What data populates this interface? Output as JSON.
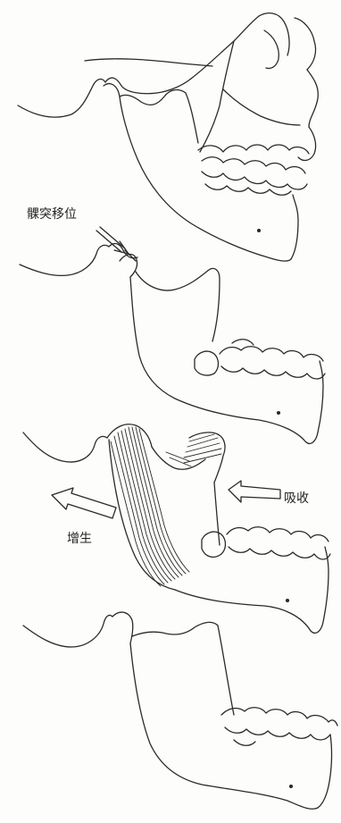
{
  "labels": {
    "condyle_displacement": "髁突移位",
    "resorption": "吸收",
    "hyperplasia": "增生"
  },
  "colors": {
    "line": "#2a2a2a",
    "background": "#fdfdfb"
  },
  "panels": [
    {
      "stage": 1
    },
    {
      "stage": 2
    },
    {
      "stage": 3
    },
    {
      "stage": 4
    }
  ]
}
